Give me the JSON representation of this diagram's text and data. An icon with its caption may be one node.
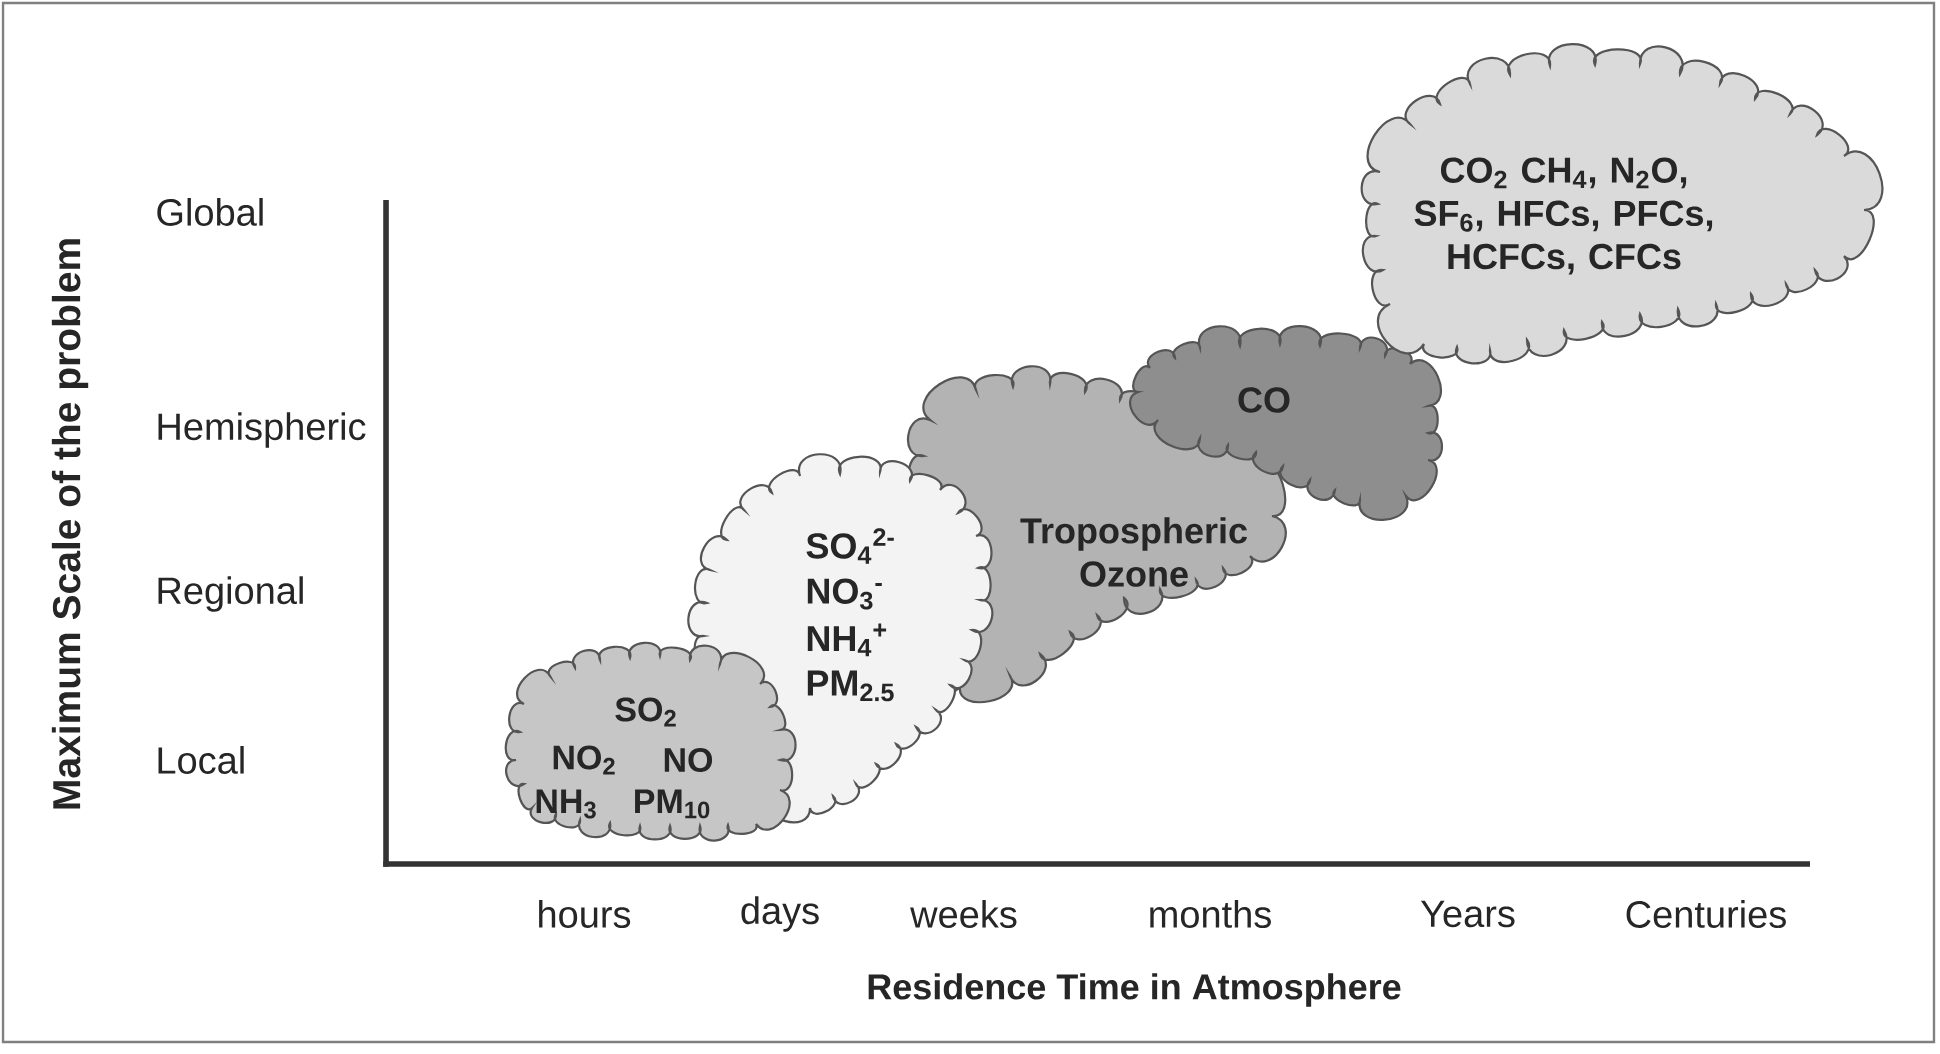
{
  "diagram": {
    "nodes": [
      {
        "text": [
          "SO$_{2}$",
          "NO$_{2}$",
          "NO",
          "NH$_{3}$",
          "PM$_{10}$"
        ]
      },
      {
        "text": [
          "SO$_{4}$$^{2-}$",
          "NO$_{3}$$^{-}$",
          "NH$_{4}$$^{+}$",
          "PM$_{2.5}$"
        ]
      },
      {
        "text": [
          "Tropospheric Ozone"
        ]
      },
      {
        "text": [
          "CO"
        ]
      },
      {
        "text": [
          "CO$_{2}$ CH$_{4}$, N$_{2}$O, SF$_{6}$, HFCs, PFCs, HCFCs, CFCs"
        ]
      }
    ],
    "labels": [
      "Maximum Scale of the problem",
      "Global",
      "Hemispheric",
      "Regional",
      "Local",
      "hours",
      "days",
      "weeks",
      "months",
      "Years",
      "Centuries",
      "Residence Time in Atmosphere"
    ]
  }
}
